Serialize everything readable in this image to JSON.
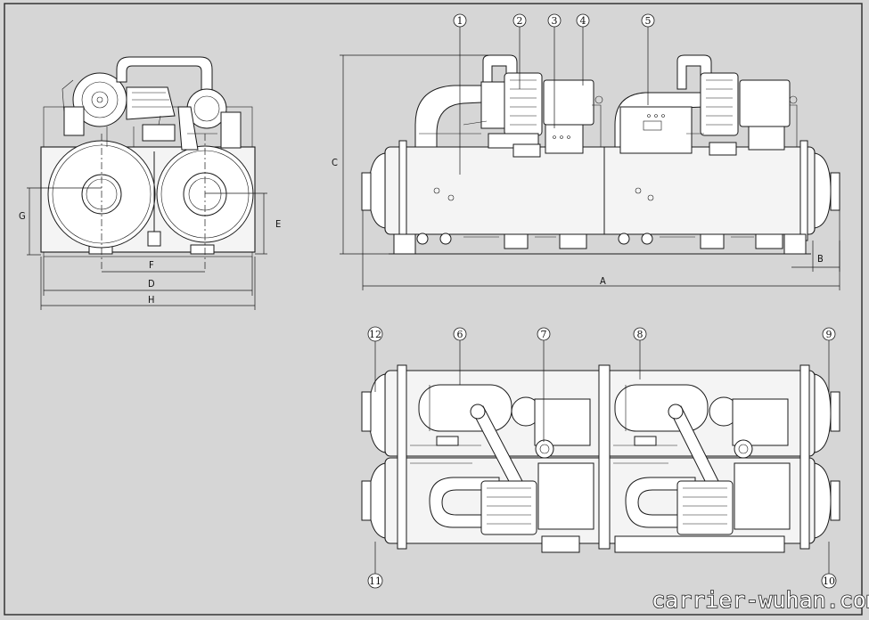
{
  "dimensions": {
    "A": "A",
    "B": "B",
    "C": "C",
    "D": "D",
    "E": "E",
    "F": "F",
    "G": "G",
    "H": "H"
  },
  "callouts": {
    "c1": "1",
    "c2": "2",
    "c3": "3",
    "c4": "4",
    "c5": "5",
    "c6": "6",
    "c7": "7",
    "c8": "8",
    "c9": "9",
    "c10": "10",
    "c11": "11",
    "c12": "12"
  },
  "watermark": "carrier-wuhan.com",
  "colors": {
    "background": "#d6d6d6",
    "panel": "#ffffff",
    "line": "#1a1a1a"
  }
}
